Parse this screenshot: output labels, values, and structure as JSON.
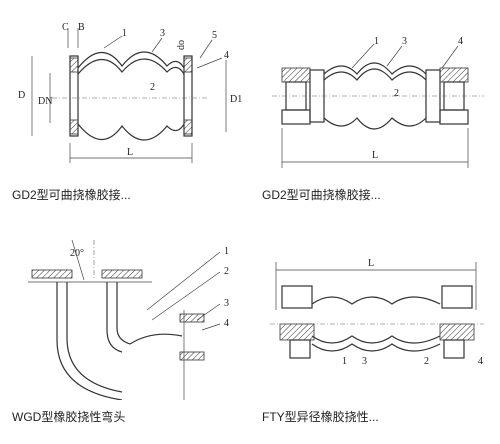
{
  "products": [
    {
      "caption": "GD2型可曲挠橡胶接...",
      "labels": [
        "C",
        "B",
        "1",
        "3",
        "do",
        "5",
        "4",
        "2",
        "D",
        "DN",
        "D1",
        "L"
      ]
    },
    {
      "caption": "GD2型可曲挠橡胶接...",
      "labels": [
        "1",
        "3",
        "4",
        "2",
        "L"
      ]
    },
    {
      "caption": "WGD型橡胶挠性弯头",
      "labels": [
        "20°",
        "1",
        "2",
        "3",
        "4"
      ]
    },
    {
      "caption": "FTY型异径橡胶挠性...",
      "labels": [
        "L",
        "1",
        "2",
        "3",
        "4"
      ]
    }
  ]
}
